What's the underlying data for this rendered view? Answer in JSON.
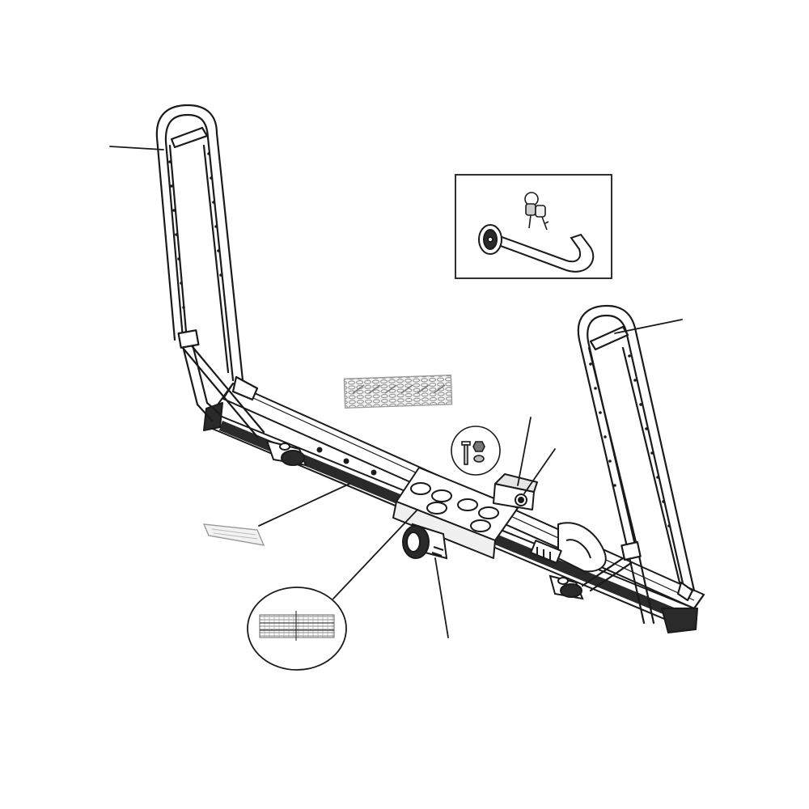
{
  "colors": {
    "background": "#ffffff",
    "outline": "#1a1a1a",
    "light": "#9a9a9a",
    "fill_dark": "#2a2a2a",
    "fill_mid": "#d8d8d8"
  },
  "parts": [
    {
      "id": "left-upright",
      "icon": "upright-arm"
    },
    {
      "id": "right-upright",
      "icon": "upright-arm"
    },
    {
      "id": "main-bar",
      "icon": "crossbar"
    },
    {
      "id": "lock-kit",
      "icon": "lock-pin-and-keys"
    },
    {
      "id": "strap",
      "icon": "ratchet-strap"
    },
    {
      "id": "hardware",
      "icon": "bolt-and-nuts"
    },
    {
      "id": "reflector",
      "icon": "reflector"
    },
    {
      "id": "rail-detail",
      "icon": "magnified-rail"
    },
    {
      "id": "hitch-knob",
      "icon": "anti-wobble-knob"
    }
  ]
}
